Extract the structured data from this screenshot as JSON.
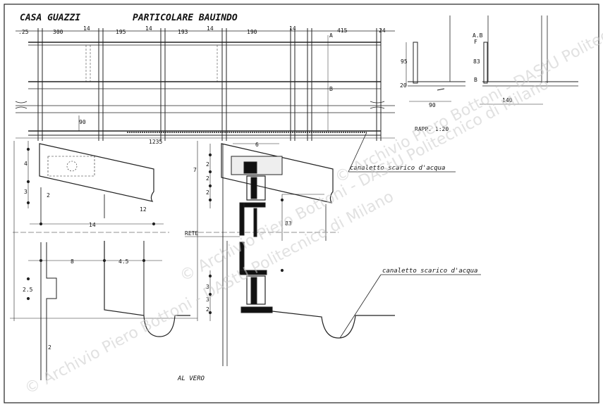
{
  "sheet": {
    "title_left": "CASA GUAZZI",
    "title_right": "PARTICOLARE BAUINDO",
    "scale_note": "RAPP. 1:20",
    "scale_bottom": "AL VERO",
    "watermark": "© Archivio Piero Bottoni - DAStU Politecnico di Milano"
  },
  "elevation": {
    "top_dims": [
      ".25",
      "300",
      "14",
      "195",
      "14",
      "193",
      "14",
      "190",
      "14",
      "415",
      "24"
    ],
    "side_dim": "90",
    "total_width": "1235",
    "markers": [
      "A",
      "B"
    ]
  },
  "section_small": {
    "dims": [
      "95",
      "20",
      "90",
      "140",
      "83",
      "A.B",
      "F",
      "B"
    ]
  },
  "detail_left": {
    "dims": [
      "4",
      "3",
      "2",
      "12",
      "14",
      "8",
      "4.5",
      "2.5",
      "2"
    ]
  },
  "detail_center": {
    "dims": [
      "7",
      "2",
      "2",
      "2",
      "6",
      "83",
      "3",
      "3",
      "2"
    ],
    "rete_label": "RETE"
  },
  "notes": {
    "drain_top": "canaletto scarico d'acqua",
    "drain_bottom": "canaletto scarico d'acqua"
  }
}
